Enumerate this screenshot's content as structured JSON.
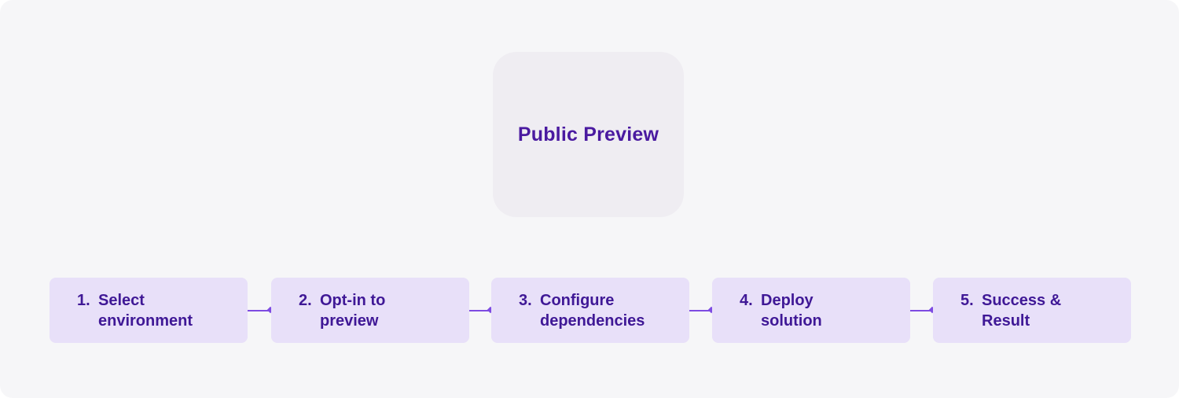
{
  "preview": {
    "title": "Public Preview"
  },
  "steps": [
    {
      "number": "1.",
      "text": "Select\nenvironment"
    },
    {
      "number": "2.",
      "text": "Opt-in to\npreview"
    },
    {
      "number": "3.",
      "text": "Configure\ndependencies"
    },
    {
      "number": "4.",
      "text": "Deploy\nsolution"
    },
    {
      "number": "5.",
      "text": "Success &\nResult"
    }
  ],
  "colors": {
    "background": "#f6f6f8",
    "preview_card": "#efedf2",
    "step_fill": "#e8e0f9",
    "text": "#3f1896",
    "connector": "#7e4ce2"
  }
}
